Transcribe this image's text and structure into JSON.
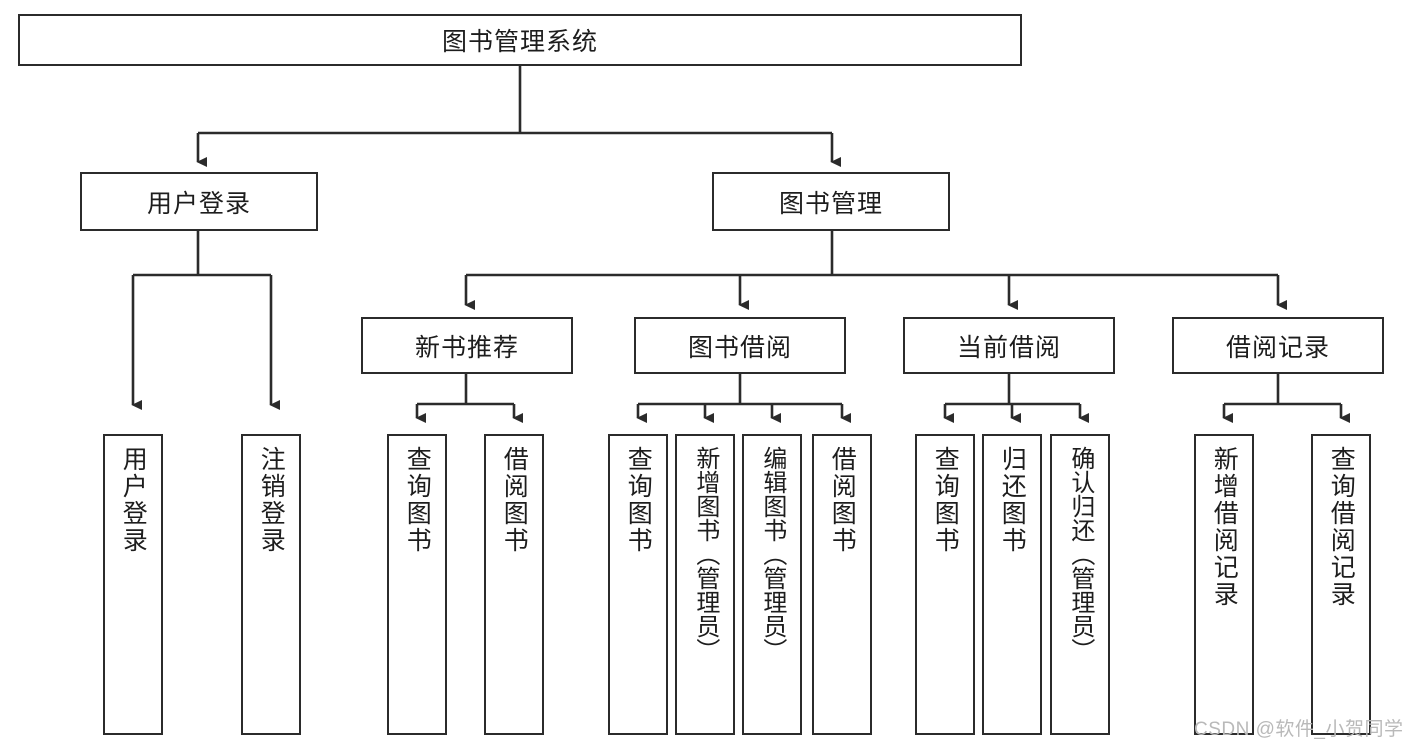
{
  "diagram": {
    "title_node": {
      "label": "图书管理系统"
    },
    "level2": [
      {
        "id": "user-login",
        "label": "用户登录"
      },
      {
        "id": "book-manage",
        "label": "图书管理"
      }
    ],
    "level3": [
      {
        "id": "new-book-rec",
        "label": "新书推荐"
      },
      {
        "id": "book-borrow",
        "label": "图书借阅"
      },
      {
        "id": "current-borrow",
        "label": "当前借阅"
      },
      {
        "id": "borrow-record",
        "label": "借阅记录"
      }
    ],
    "leaves": [
      {
        "id": "leaf-user-login",
        "label": "用户登录"
      },
      {
        "id": "leaf-user-logout",
        "label": "注销登录"
      },
      {
        "id": "leaf-query-book-1",
        "label": "查询图书"
      },
      {
        "id": "leaf-borrow-book-1",
        "label": "借阅图书"
      },
      {
        "id": "leaf-query-book-2",
        "label": "查询图书"
      },
      {
        "id": "leaf-add-book",
        "label": "新增图书（管理员）"
      },
      {
        "id": "leaf-edit-book",
        "label": "编辑图书（管理员）"
      },
      {
        "id": "leaf-borrow-book-2",
        "label": "借阅图书"
      },
      {
        "id": "leaf-query-book-3",
        "label": "查询图书"
      },
      {
        "id": "leaf-return-book",
        "label": "归还图书"
      },
      {
        "id": "leaf-confirm-return",
        "label": "确认归还（管理员）"
      },
      {
        "id": "leaf-add-record",
        "label": "新增借阅记录"
      },
      {
        "id": "leaf-query-record",
        "label": "查询借阅记录"
      }
    ]
  },
  "watermark": {
    "text": "CSDN @软件_小贺同学"
  },
  "colors": {
    "stroke": "#2b2b2b",
    "fill": "#ffffff",
    "text": "#1d1d1d",
    "watermark": "#b9b9b9"
  }
}
